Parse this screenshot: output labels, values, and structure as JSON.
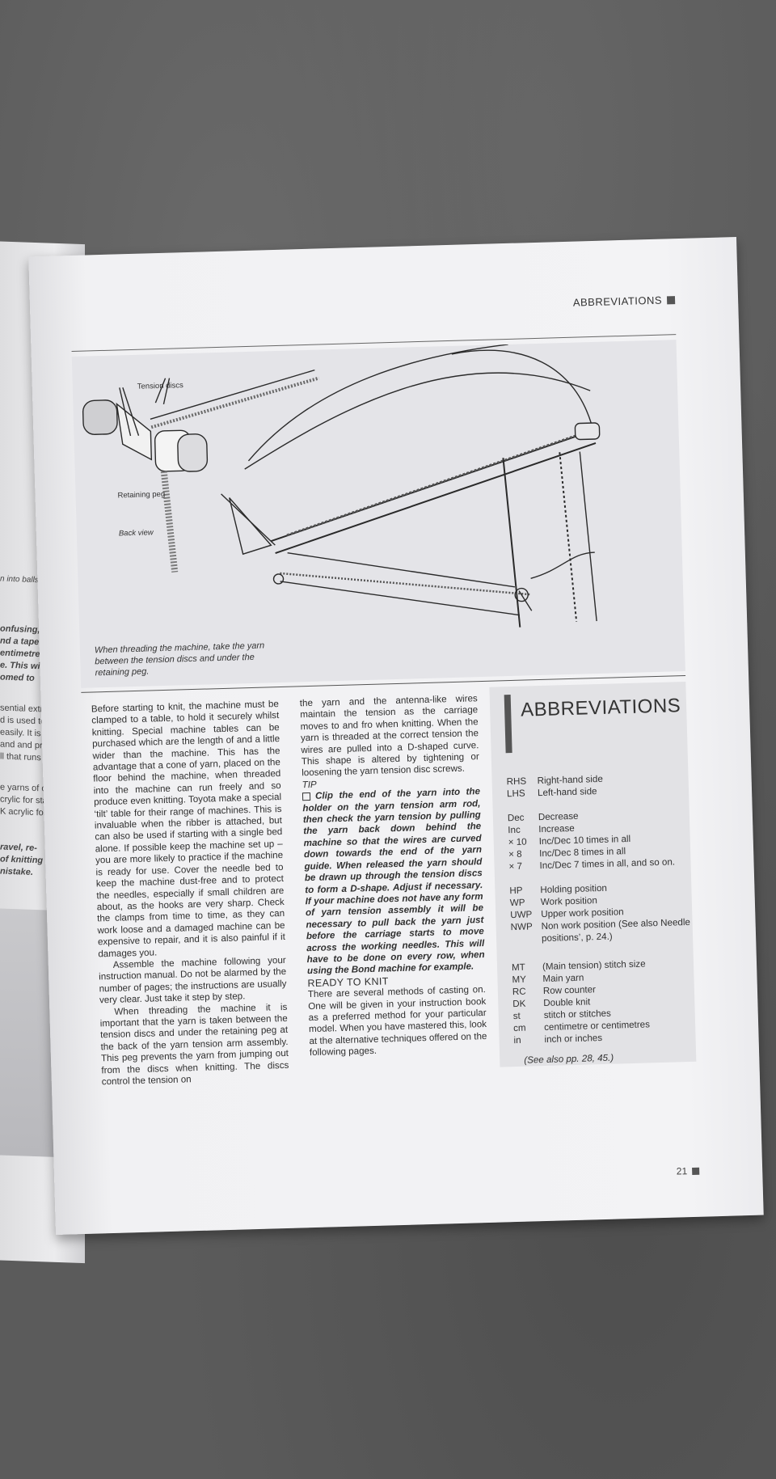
{
  "left_page": {
    "fragments": [
      "n into balls.",
      "onfusing, and",
      "nd a tape",
      "entimetres",
      "e. This will",
      "omed to",
      "sential extra",
      "d is used to",
      "easily. It is",
      "and and pro-",
      "ll that runs",
      "e yarns of con-",
      "crylic for stan-",
      "K acrylic for",
      "ravel, re-",
      "of knitting",
      "nistake."
    ]
  },
  "running_head": "ABBREVIATIONS",
  "figure": {
    "labels": {
      "tension_discs": "Tension discs",
      "retaining_peg": "Retaining peg",
      "back_view": "Back view"
    },
    "caption": "When threading the machine, take the yarn between the tension discs and under the retaining peg."
  },
  "col1": {
    "p1": "Before starting to knit, the machine must be clamped to a table, to hold it securely whilst knitting. Special machine tables can be purchased which are the length of and a little wider than the machine. This has the advantage that a cone of yarn, placed on the floor behind the machine, when threaded into the machine can run freely and so produce even knitting. Toyota make a special ‘tilt’ table for their range of machines. This is invaluable when the ribber is attached, but can also be used if starting with a single bed alone. If possible keep the machine set up – you are more likely to practice if the machine is ready for use. Cover the needle bed to keep the machine dust-free and to protect the needles, especially if small children are about, as the hooks are very sharp. Check the clamps from time to time, as they can work loose and a damaged machine can be expensive to repair, and it is also painful if it damages you.",
    "p2": "Assemble the machine following your instruction manual. Do not be alarmed by the number of pages; the instructions are usually very clear. Just take it step by step.",
    "p3": "When threading the machine it is important that the yarn is taken between the tension discs and under the retaining peg at the back of the yarn tension arm assembly. This peg prevents the yarn from jumping out from the discs when knitting. The discs control the tension on"
  },
  "col2": {
    "p1": "the yarn and the antenna-like wires maintain the tension as the carriage moves to and fro when knitting. When the yarn is threaded at the correct tension the wires are pulled into a D-shaped curve. This shape is altered by tightening or loosening the yarn tension disc screws.",
    "tip_heading": "TIP",
    "tip_body": "Clip the end of the yarn into the holder on the yarn tension arm rod, then check the yarn tension by pulling the yarn back down behind the machine so that the wires are curved down towards the end of the yarn guide. When released the yarn should be drawn up through the tension discs to form a D-shape. Adjust if necessary. If your machine does not have any form of yarn tension assembly it will be necessary to pull back the yarn just before the carriage starts to move across the working needles. This will have to be done on every row, when using the Bond machine for example.",
    "ready_heading": "READY TO KNIT",
    "ready_body": "There are several methods of casting on. One will be given in your instruction book as a preferred method for your particular model. When you have mastered this, look at the alternative techniques offered on the following pages."
  },
  "abbreviations": {
    "title": "ABBREVIATIONS",
    "groups": [
      [
        {
          "k": "RHS",
          "v": "Right-hand side"
        },
        {
          "k": "LHS",
          "v": "Left-hand side"
        }
      ],
      [
        {
          "k": "Dec",
          "v": "Decrease"
        },
        {
          "k": "Inc",
          "v": "Increase"
        },
        {
          "k": "× 10",
          "v": "Inc/Dec 10 times in all"
        },
        {
          "k": "× 8",
          "v": "Inc/Dec 8 times in all"
        },
        {
          "k": "× 7",
          "v": "Inc/Dec 7 times in all, and so on."
        }
      ],
      [
        {
          "k": "HP",
          "v": "Holding position"
        },
        {
          "k": "WP",
          "v": "Work position"
        },
        {
          "k": "UWP",
          "v": "Upper work position"
        },
        {
          "k": "NWP",
          "v": "Non work position (See also Needle positions’, p. 24.)"
        }
      ],
      [
        {
          "k": "MT",
          "v": "(Main tension) stitch size"
        },
        {
          "k": "MY",
          "v": "Main yarn"
        },
        {
          "k": "RC",
          "v": "Row counter"
        },
        {
          "k": "DK",
          "v": "Double knit"
        },
        {
          "k": "st",
          "v": "stitch or stitches"
        },
        {
          "k": "cm",
          "v": "centimetre or centimetres"
        },
        {
          "k": "in",
          "v": "inch or inches"
        }
      ]
    ],
    "see_also": "(See also pp. 28, 45.)"
  },
  "folio": "21"
}
